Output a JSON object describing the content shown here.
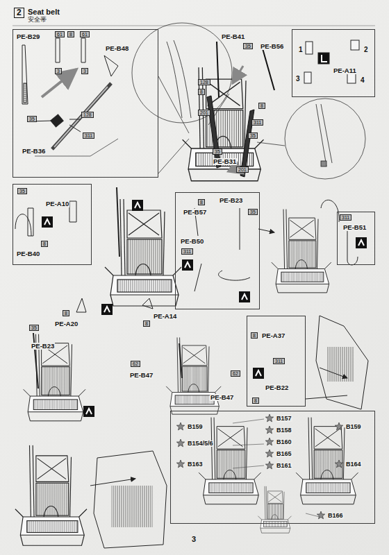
{
  "diagram": {
    "title": "Seat belt",
    "nodes": [
      {
        "text": [
          "PE-B29",
          "61",
          "8",
          "61",
          "3",
          "3",
          "PE-B48",
          "35",
          "128",
          "311",
          "PE-B36"
        ]
      },
      {
        "text": [
          "1",
          "2",
          "PE-A11",
          "3",
          "4"
        ]
      },
      {
        "text": [
          "35",
          "PE-A10",
          "8",
          "PE-B40"
        ]
      },
      {
        "text": [
          "8",
          "PE-B57",
          "PE-B23",
          "35",
          "PE-B50",
          "311"
        ]
      },
      {
        "text": [
          "311",
          "PE-B51"
        ]
      },
      {
        "text": [
          "8",
          "PE-A37",
          "311",
          "PE-B22",
          "8"
        ]
      },
      {
        "text": [
          "B159",
          "B157",
          "B158",
          "B159",
          "B154/5/6",
          "B160",
          "B165",
          "B163",
          "B161",
          "B164",
          "B166"
        ]
      }
    ],
    "labels": [
      "2",
      "安全帯",
      "PE-B41",
      "35",
      "PE-B56",
      "128",
      "8",
      "8",
      "201",
      "311",
      "35",
      "35",
      "PE-B31",
      "201",
      "8",
      "PE-A20",
      "PE-A14",
      "8",
      "35",
      "PE-B23",
      "62",
      "PE-B47",
      "62",
      "PE-B47",
      "3"
    ]
  }
}
